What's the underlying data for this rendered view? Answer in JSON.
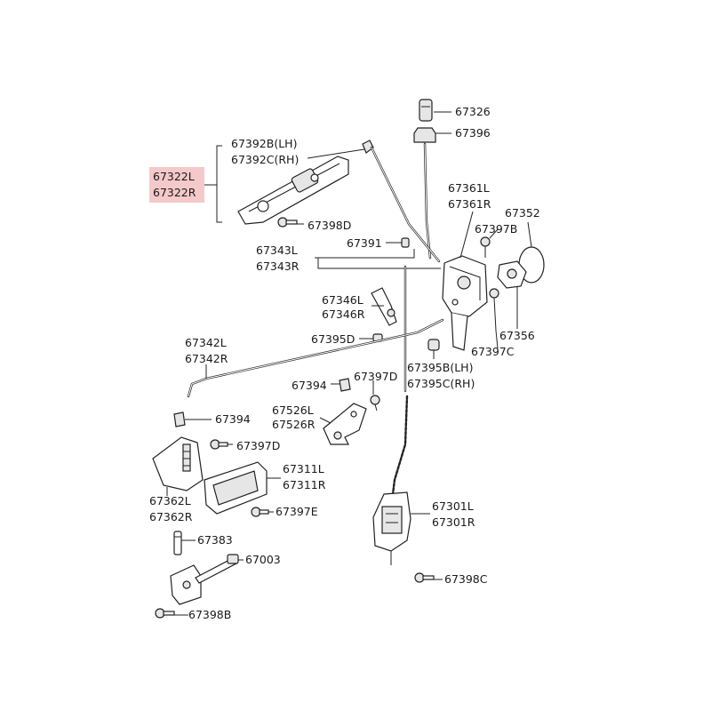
{
  "diagram": {
    "highlight_color": "#f5c9c9",
    "labels": {
      "p67326": "67326",
      "p67396": "67396",
      "p67392b": "67392B(LH)",
      "p67392c": "67392C(RH)",
      "p67322l": "67322L",
      "p67322r": "67322R",
      "p67398d": "67398D",
      "p67361l": "67361L",
      "p67361r": "67361R",
      "p67352": "67352",
      "p67397b": "67397B",
      "p67391": "67391",
      "p67343l": "67343L",
      "p67343r": "67343R",
      "p67346l": "67346L",
      "p67346r": "67346R",
      "p67356": "67356",
      "p67397c": "67397C",
      "p67395d": "67395D",
      "p67342l": "67342L",
      "p67342r": "67342R",
      "p67395b": "67395B(LH)",
      "p67395c": "67395C(RH)",
      "p67394a": "67394",
      "p67397d_a": "67397D",
      "p67526l": "67526L",
      "p67526r": "67526R",
      "p67394b": "67394",
      "p67397d_b": "67397D",
      "p67311l": "67311L",
      "p67311r": "67311R",
      "p67362l": "67362L",
      "p67362r": "67362R",
      "p67397e": "67397E",
      "p67301l": "67301L",
      "p67301r": "67301R",
      "p67383": "67383",
      "p67003": "67003",
      "p67398c": "67398C",
      "p67398b": "67398B"
    }
  }
}
